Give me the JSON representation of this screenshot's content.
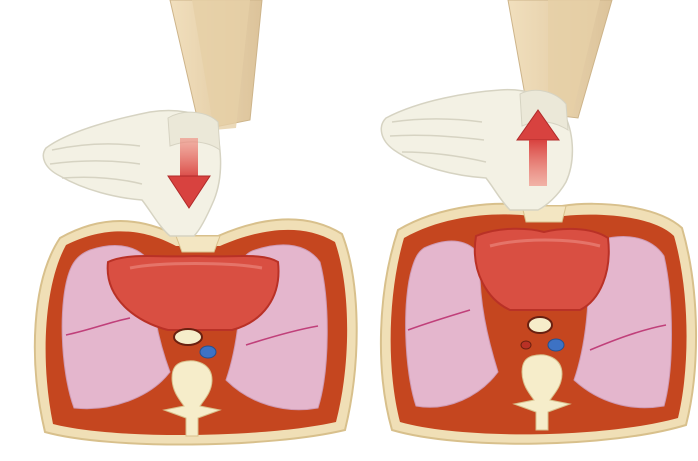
{
  "figure": {
    "panels": [
      {
        "id": "compression",
        "arrow_direction": "down"
      },
      {
        "id": "release",
        "arrow_direction": "up"
      }
    ],
    "colors": {
      "background": "#ffffff",
      "skin": "#f0dfb6",
      "skin_edge": "#d8c08c",
      "chest_wall": "#c5461f",
      "chest_wall_dark": "#a83414",
      "lung": "#e4b6cd",
      "lung_vessel": "#c0407a",
      "heart": "#d94f42",
      "heart_dark": "#b93126",
      "heart_highlight": "#ea857a",
      "bone": "#f6edca",
      "sternum": "#f3e6c2",
      "vessel_blue": "#3d72c4",
      "arm": "#ead3ac",
      "glove": "#f3f1e4",
      "glove_shadow": "#d6d3c2",
      "arrow": "#d8423f",
      "arrow_dark": "#b02a2a"
    }
  }
}
